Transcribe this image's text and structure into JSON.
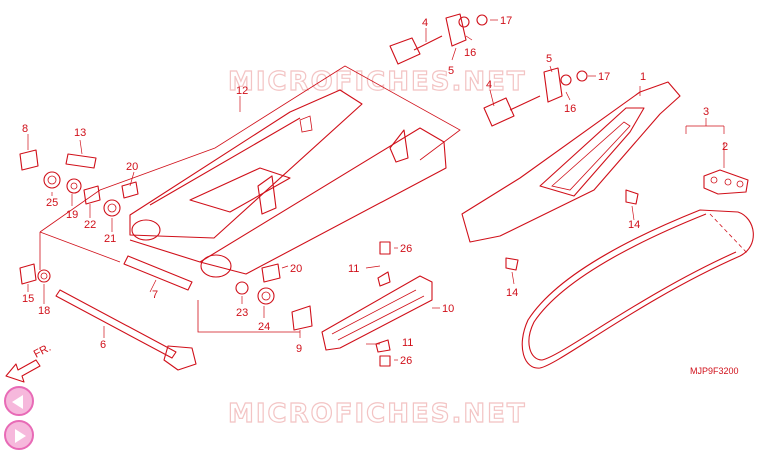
{
  "watermark": "MICROFICHES.NET",
  "diagram_code": "MJP9F3200",
  "front_label": "FR.",
  "colors": {
    "line": "#d0101a",
    "watermark": "#f3c4c4",
    "nav_fill": "#f6b8dc",
    "nav_border": "#e86ab6"
  },
  "callouts": {
    "c1": "1",
    "c2": "2",
    "c3": "3",
    "c4a": "4",
    "c4b": "4",
    "c5a": "5",
    "c5b": "5",
    "c6": "6",
    "c7": "7",
    "c8": "8",
    "c9": "9",
    "c10": "10",
    "c11a": "11",
    "c11b": "11",
    "c12": "12",
    "c13": "13",
    "c14a": "14",
    "c14b": "14",
    "c15": "15",
    "c16a": "16",
    "c16b": "16",
    "c17a": "17",
    "c17b": "17",
    "c18": "18",
    "c19": "19",
    "c20a": "20",
    "c20b": "20",
    "c21": "21",
    "c22": "22",
    "c23": "23",
    "c24": "24",
    "c25": "25",
    "c26a": "26",
    "c26b": "26"
  },
  "nav": {
    "prev_icon": "chevron-left-icon",
    "next_icon": "chevron-right-icon"
  }
}
